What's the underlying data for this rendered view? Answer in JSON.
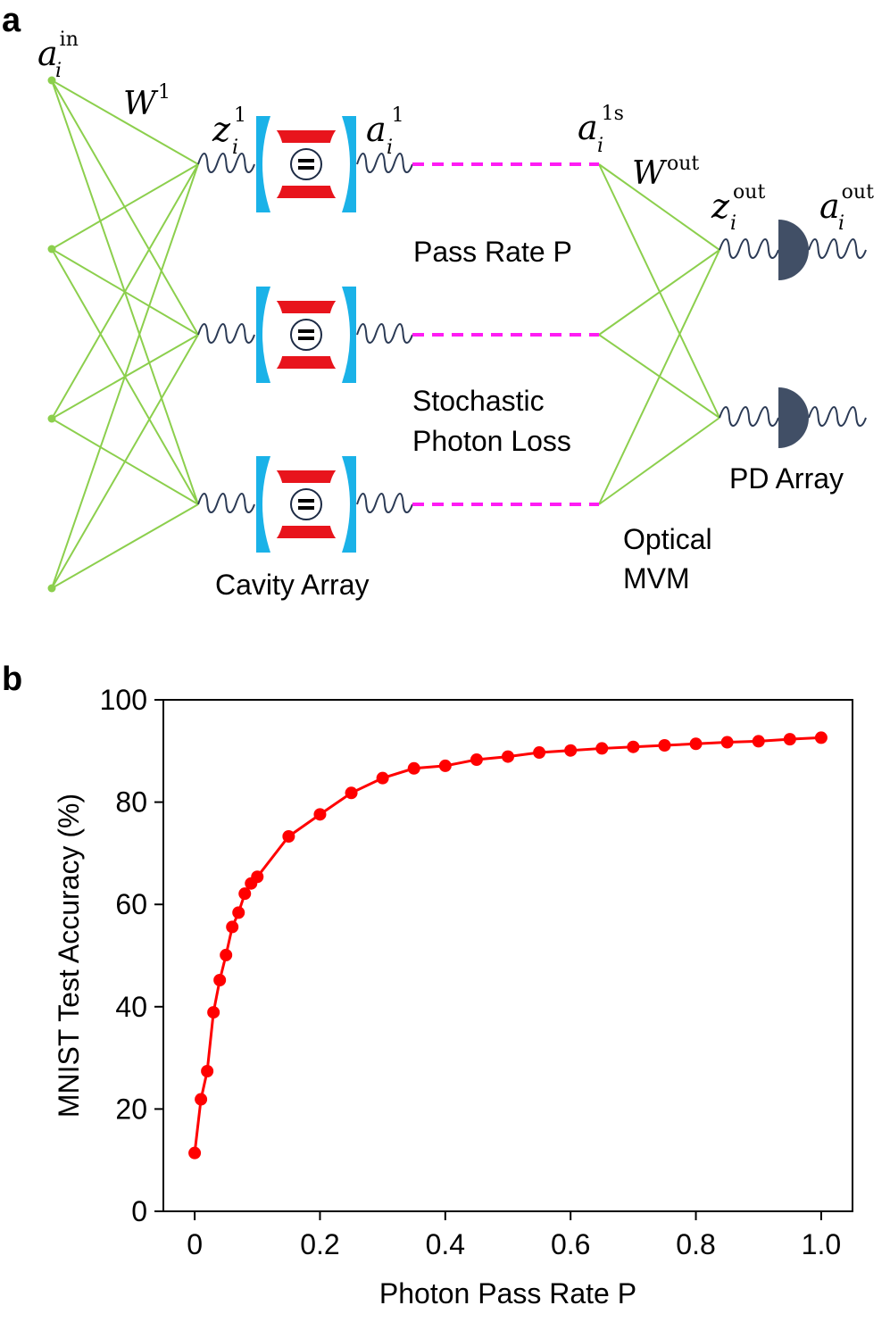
{
  "panel_a": {
    "letter": "a",
    "math": {
      "a_in": {
        "base": "a",
        "sub": "i",
        "sup": "in"
      },
      "w1": {
        "base": "W",
        "sup": "1"
      },
      "z1": {
        "base": "z",
        "sub": "i",
        "sup": "1"
      },
      "a1": {
        "base": "a",
        "sub": "i",
        "sup": "1"
      },
      "a1s": {
        "base": "a",
        "sub": "i",
        "sup": "1s"
      },
      "wout": {
        "base": "W",
        "sup": "out"
      },
      "zout": {
        "base": "z",
        "sub": "i",
        "sup": "out"
      },
      "aout": {
        "base": "a",
        "sub": "i",
        "sup": "out"
      }
    },
    "labels": {
      "pass_rate": "Pass Rate P",
      "stochastic_1": "Stochastic",
      "stochastic_2": "Photon Loss",
      "pd_array": "PD Array",
      "optical_1": "Optical",
      "optical_2": "MVM",
      "cavity_array": "Cavity Array"
    },
    "colors": {
      "weights": "#8ccf4d",
      "mirror": "#1ab2e8",
      "atom_box": "#e8141c",
      "loss_line": "#ff1cf4",
      "detector": "#414f66",
      "wave": "#2b3a55"
    }
  },
  "panel_b": {
    "letter": "b",
    "chart_data": {
      "type": "line",
      "xlabel": "Photon Pass Rate P",
      "ylabel": "MNIST Test Accuracy (%)",
      "xlim": [
        -0.05,
        1.05
      ],
      "ylim": [
        0,
        100
      ],
      "xticks": [
        "0",
        "0.2",
        "0.4",
        "0.6",
        "0.8",
        "1.0"
      ],
      "yticks": [
        "0",
        "20",
        "40",
        "60",
        "80",
        "100"
      ],
      "xtick_values": [
        0,
        0.2,
        0.4,
        0.6,
        0.8,
        1.0
      ],
      "ytick_values": [
        0,
        20,
        40,
        60,
        80,
        100
      ],
      "grid": false,
      "color": "#ff0000",
      "x": [
        0.0,
        0.01,
        0.02,
        0.03,
        0.04,
        0.05,
        0.06,
        0.07,
        0.08,
        0.09,
        0.1,
        0.15,
        0.2,
        0.25,
        0.3,
        0.35,
        0.4,
        0.45,
        0.5,
        0.55,
        0.6,
        0.65,
        0.7,
        0.75,
        0.8,
        0.85,
        0.9,
        0.95,
        1.0
      ],
      "y": [
        11.4,
        21.9,
        27.4,
        38.9,
        45.2,
        50.1,
        55.6,
        58.4,
        62.1,
        64.1,
        65.4,
        73.3,
        77.6,
        81.8,
        84.7,
        86.6,
        87.1,
        88.3,
        88.9,
        89.7,
        90.1,
        90.5,
        90.8,
        91.1,
        91.4,
        91.7,
        91.9,
        92.3,
        92.6
      ]
    }
  }
}
